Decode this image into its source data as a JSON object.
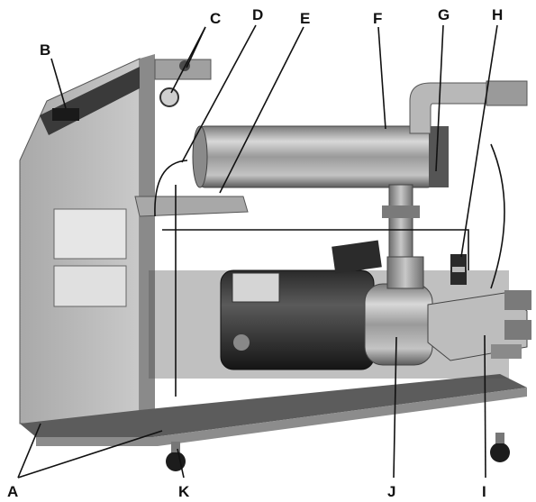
{
  "callouts": {
    "a": "A",
    "b": "B",
    "c": "C",
    "d": "D",
    "e": "E",
    "f": "F",
    "g": "G",
    "h": "H",
    "i": "I",
    "j": "J",
    "k": "K"
  }
}
